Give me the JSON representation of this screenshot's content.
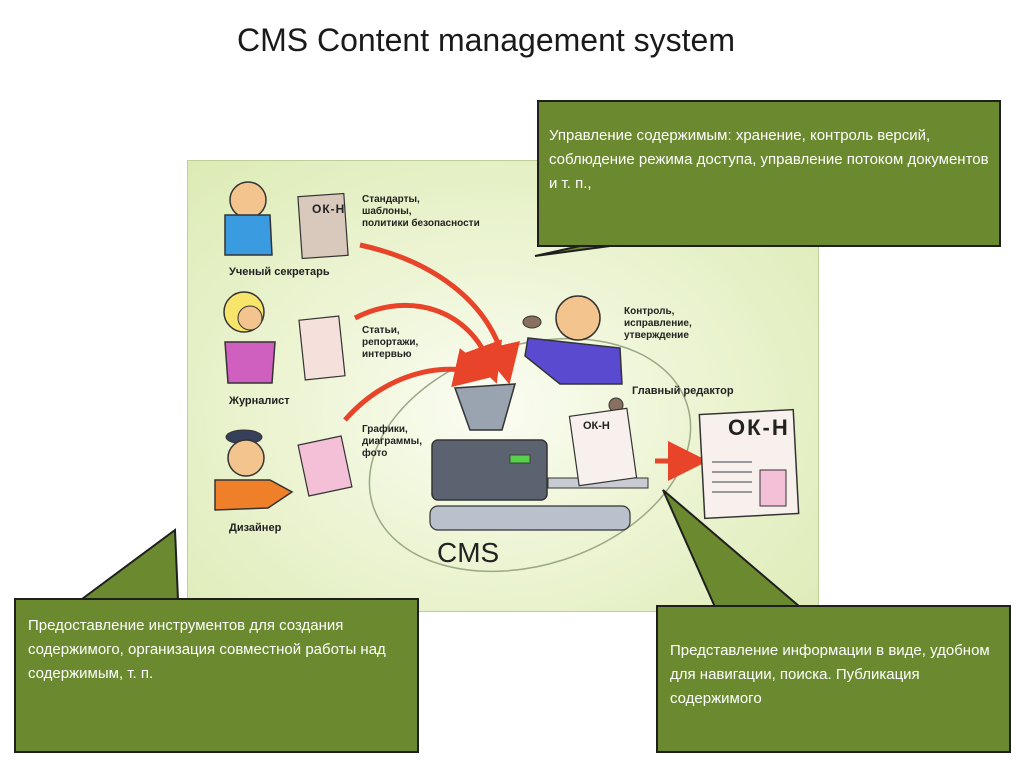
{
  "title": "CMS Content management system",
  "diagram": {
    "roles": {
      "secretary": "Ученый секретарь",
      "journalist": "Журналист",
      "designer": "Дизайнер",
      "editor": "Главный редактор"
    },
    "items": {
      "standards": [
        "Стандарты,",
        "шаблоны,",
        "политики безопасности"
      ],
      "articles": [
        "Статьи,",
        "репортажи,",
        "интервью"
      ],
      "graphics": [
        "Графики,",
        "диаграммы,",
        "фото"
      ],
      "control": [
        "Контроль,",
        "исправление,",
        "утверждение"
      ]
    },
    "machine_label": "CMS",
    "doc_logo": "ОК-Н"
  },
  "callouts": {
    "top": "Управление содержимым: хранение, контроль версий, соблюдение режима доступа, управление потоком документов и т. п.,",
    "left": "Предоставление инструментов для создания содержимого, организация совместной работы над содержимым, т. п.",
    "right": "Представление информации в виде, удобном для навигации, поиска. Публикация содержимого"
  },
  "colors": {
    "callout_fill": "#6b8a2f",
    "arrow": "#e8442a",
    "panel_bg": "#e6f0c6"
  }
}
